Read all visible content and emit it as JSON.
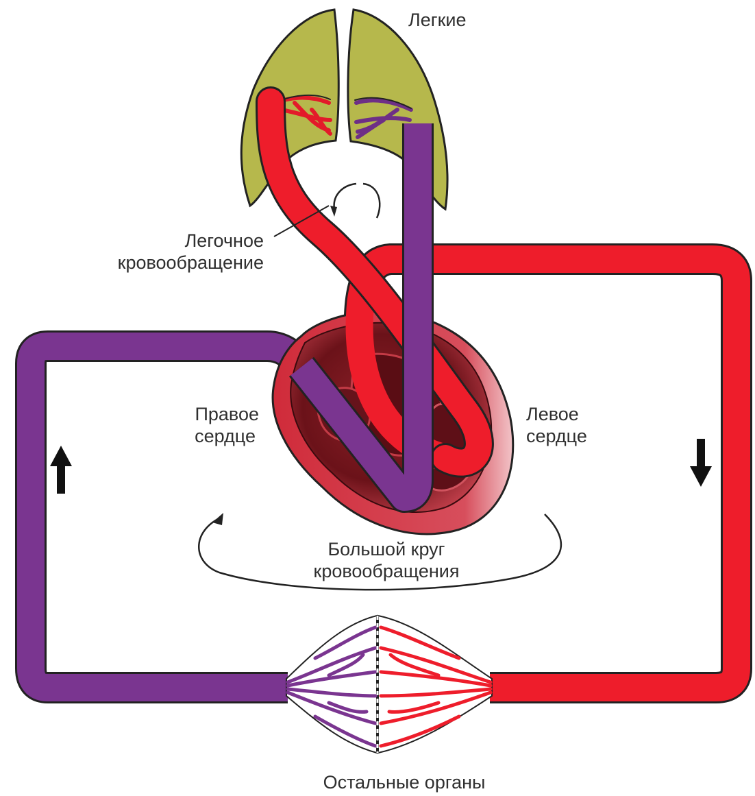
{
  "labels": {
    "lungs": "Легкие",
    "pulmonary_line1": "Легочное",
    "pulmonary_line2": "кровообращение",
    "right_heart_line1": "Правое",
    "right_heart_line2": "сердце",
    "left_heart_line1": "Левое",
    "left_heart_line2": "сердце",
    "systemic_line1": "Большой круг",
    "systemic_line2": "кровообращения",
    "organs": "Остальные органы"
  },
  "colors": {
    "arterial": "#ee1d2b",
    "venous": "#7a3590",
    "lungs": "#b7b94e",
    "heart_outer": "#c62a37",
    "heart_inner": "#7c1a22",
    "outline": "#222222"
  },
  "arrows": {
    "left_vessel": "up-arrow",
    "right_vessel": "down-arrow",
    "pulmonary_cycle": "circular-arrow",
    "systemic_cycle": "circular-arrow"
  }
}
